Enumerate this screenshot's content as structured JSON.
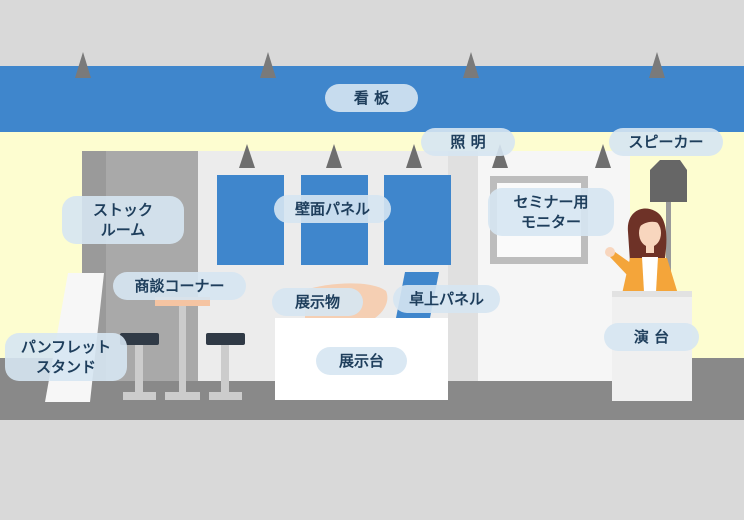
{
  "colors": {
    "sky": "#d9d9d9",
    "sign_band": "#3f86cc",
    "back_wall": "#fdfdd0",
    "floor": "#898989",
    "wall_panel": "#3f86cc",
    "label_bg": "#d6e5f2",
    "label_text": "#1e3e5c",
    "jacket": "#f4a53a"
  },
  "labels": {
    "signboard": "看 板",
    "lighting": "照 明",
    "speaker": "スピーカー",
    "stock_room": "ストック\nルーム",
    "wall_panel": "壁面パネル",
    "seminar_monitor": "セミナー用\nモニター",
    "meeting_corner": "商談コーナー",
    "exhibit_item": "展示物",
    "tabletop_panel": "卓上パネル",
    "pamphlet_stand": "パンフレット\nスタンド",
    "podium": "演 台",
    "exhibit_table": "展示台"
  },
  "icons": [
    "spotlight-icon",
    "speaker-icon",
    "presenter-figure",
    "stool-icon",
    "pamphlet-stand-icon"
  ]
}
